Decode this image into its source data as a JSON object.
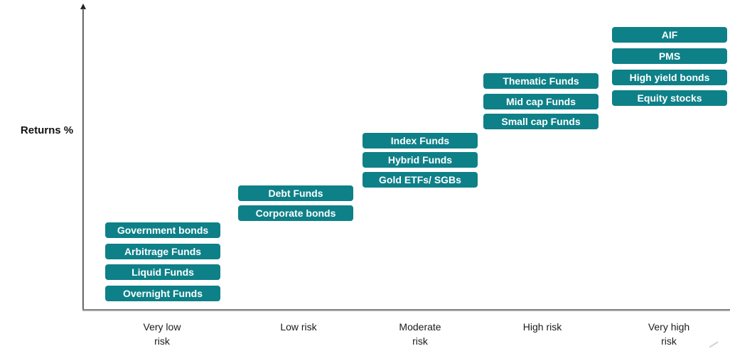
{
  "chart_data": {
    "type": "bar",
    "title": "",
    "ylabel": "Returns %",
    "categories": [
      "Very low\nrisk",
      "Low risk",
      "Moderate\nrisk",
      "High risk",
      "Very high\nrisk"
    ],
    "groups": [
      {
        "category": "Very low risk",
        "items": [
          "Government bonds",
          "Arbitrage Funds",
          "Liquid Funds",
          "Overnight Funds"
        ]
      },
      {
        "category": "Low risk",
        "items": [
          "Debt Funds",
          "Corporate bonds"
        ]
      },
      {
        "category": "Moderate risk",
        "items": [
          "Index Funds",
          "Hybrid Funds",
          "Gold ETFs/ SGBs"
        ]
      },
      {
        "category": "High risk",
        "items": [
          "Thematic Funds",
          "Mid cap Funds",
          "Small cap Funds"
        ]
      },
      {
        "category": "Very high risk",
        "items": [
          "AIF",
          "PMS",
          "High yield bonds",
          "Equity stocks"
        ]
      }
    ],
    "layout_hints": {
      "x_axis_arrow": false,
      "y_axis_arrow": true,
      "grid": false,
      "stair_direction": "ascending-left-to-right"
    },
    "colors": {
      "box_fill": "#0e8088",
      "box_text": "#ffffff",
      "axis_line": "#6e6e6e",
      "label_text": "#1a1a1a"
    }
  }
}
